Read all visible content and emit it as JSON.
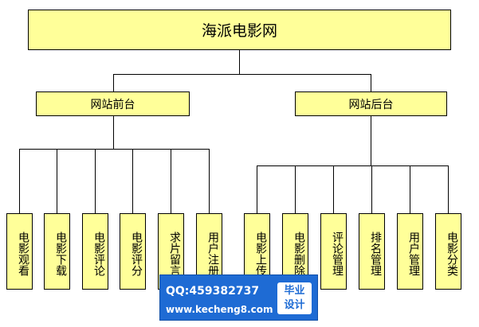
{
  "root": {
    "label": "海派电影网"
  },
  "branches": [
    {
      "label": "网站前台",
      "leaves": [
        "电影观看",
        "电影下载",
        "电影评论",
        "电影评分",
        "求片留言",
        "用户注册"
      ]
    },
    {
      "label": "网站后台",
      "leaves": [
        "电影上传",
        "电影删除",
        "评论管理",
        "排名管理",
        "用户管理",
        "电影分类"
      ]
    }
  ],
  "watermark": {
    "qq": "QQ:459382737",
    "url": "www.kecheng8.com",
    "badge_line1": "毕业",
    "badge_line2": "设计"
  },
  "colors": {
    "box_fill": "#ffff99",
    "box_border": "#000000",
    "watermark_bg": "#1e6bd4"
  }
}
